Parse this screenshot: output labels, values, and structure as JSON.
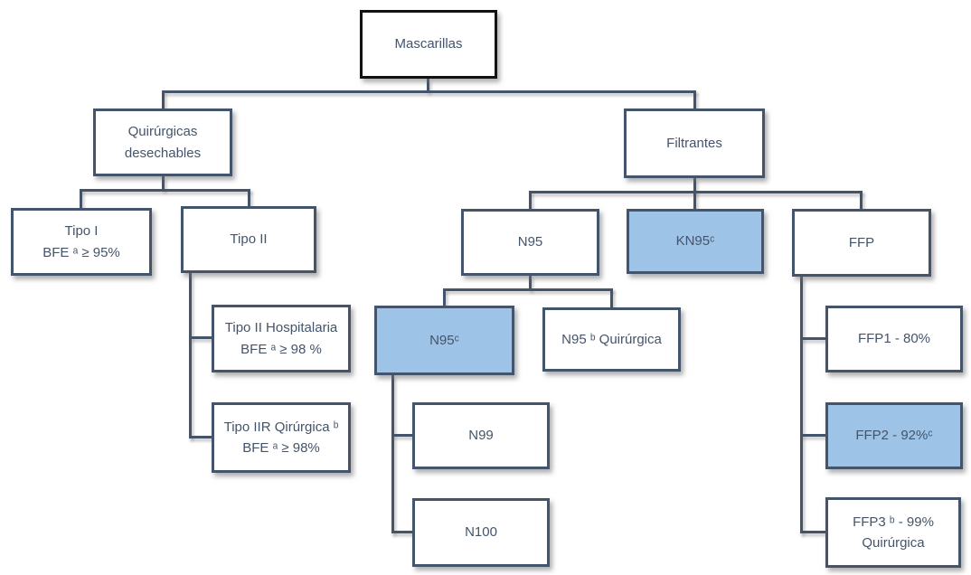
{
  "diagram": {
    "type": "tree",
    "language": "es",
    "subject": "Clasificación de mascarillas"
  },
  "colors": {
    "node_fill": "#ffffff",
    "node_border": "#44546a",
    "root_border": "#121212",
    "highlight_fill": "#9dc3e6",
    "edge_color": "#44546a",
    "text_color": "#44546a"
  },
  "nodes": {
    "root": {
      "line1": "Mascarillas"
    },
    "quirurgicas": {
      "line1": "Quirúrgicas",
      "line2": "desechables"
    },
    "filtrantes": {
      "line1": "Filtrantes"
    },
    "tipo1": {
      "line1": "Tipo I",
      "line2": "BFE ᵃ  ≥ 95%"
    },
    "tipo2": {
      "line1": "Tipo II"
    },
    "tipo2_hosp": {
      "line1": "Tipo II Hospitalaria",
      "line2": "BFE ᵃ  ≥ 98 %"
    },
    "tipo2r": {
      "line1": "Tipo IIR Qirúrgica ᵇ",
      "line2": "BFE ᵃ  ≥ 98%"
    },
    "n95": {
      "line1": "N95"
    },
    "kn95": {
      "line1": "KN95ᶜ",
      "highlight": true
    },
    "ffp": {
      "line1": "FFP"
    },
    "n95c": {
      "line1": "N95ᶜ",
      "highlight": true
    },
    "n95_quir": {
      "line1": "N95 ᵇ Quirúrgica"
    },
    "n99": {
      "line1": "N99"
    },
    "n100": {
      "line1": "N100"
    },
    "ffp1": {
      "line1": "FFP1 - 80%"
    },
    "ffp2": {
      "line1": "FFP2 - 92%ᶜ",
      "highlight": true
    },
    "ffp3": {
      "line1": "FFP3 ᵇ - 99%",
      "line2": "Quirúrgica"
    }
  },
  "hierarchy": {
    "root": [
      "quirurgicas",
      "filtrantes"
    ],
    "quirurgicas": [
      "tipo1",
      "tipo2"
    ],
    "tipo2": [
      "tipo2_hosp",
      "tipo2r"
    ],
    "filtrantes": [
      "n95",
      "kn95",
      "ffp"
    ],
    "n95": [
      "n95c",
      "n95_quir"
    ],
    "n95c": [
      "n99",
      "n100"
    ],
    "ffp": [
      "ffp1",
      "ffp2",
      "ffp3"
    ]
  }
}
